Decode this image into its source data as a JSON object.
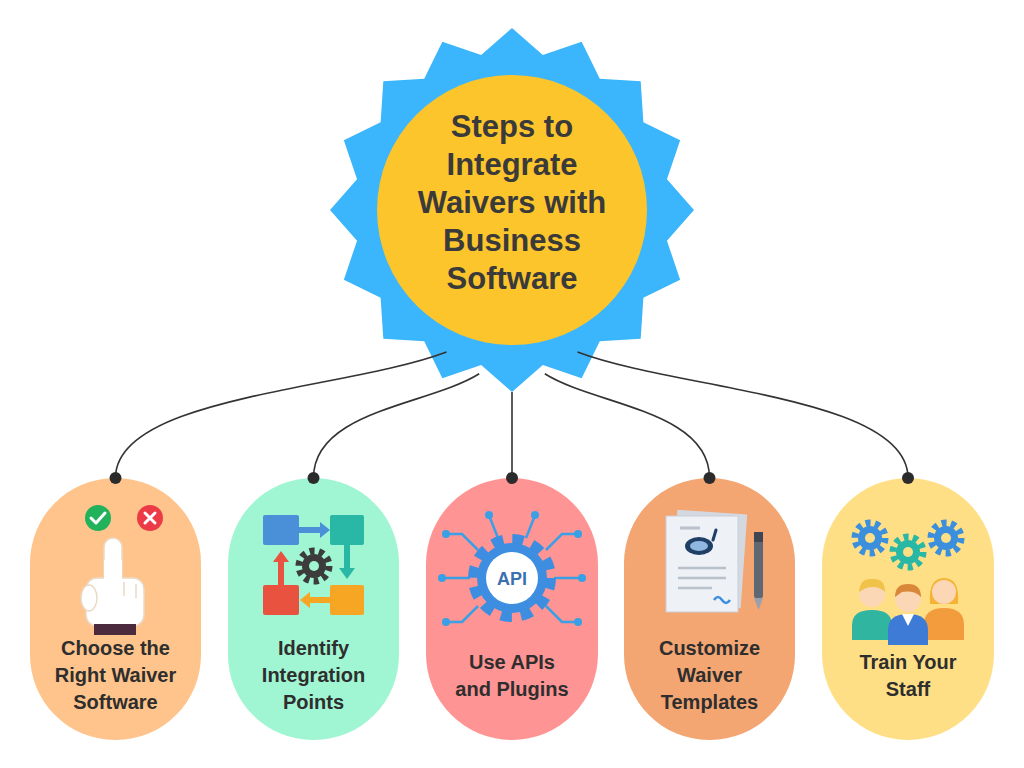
{
  "diagram": {
    "nodes": [
      {
        "text": [
          "Steps to Integrate Waivers with Business Software"
        ]
      },
      {
        "text": [
          "Choose the Right Waiver Software"
        ]
      },
      {
        "text": [
          "Identify Integration Points"
        ]
      },
      {
        "text": [
          "Use APIs and Plugins"
        ]
      },
      {
        "text": [
          "Customize Waiver Templates"
        ]
      },
      {
        "text": [
          "Train Your Staff"
        ]
      }
    ],
    "edges": [
      {
        "from": 0,
        "to": 1,
        "arrow": "none"
      },
      {
        "from": 0,
        "to": 2,
        "arrow": "none"
      },
      {
        "from": 0,
        "to": 3,
        "arrow": "none"
      },
      {
        "from": 0,
        "to": 4,
        "arrow": "none"
      },
      {
        "from": 0,
        "to": 5,
        "arrow": "none"
      }
    ],
    "labels": [
      "API"
    ]
  }
}
